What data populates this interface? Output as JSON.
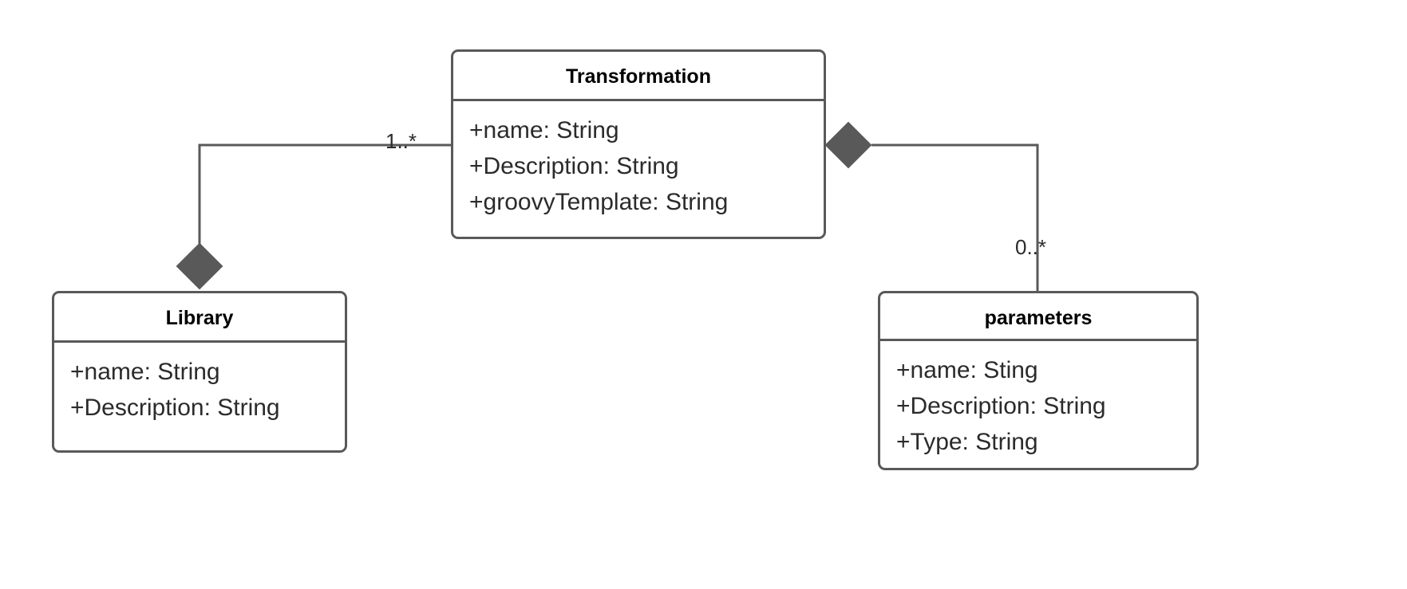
{
  "diagram": {
    "type": "uml-class-diagram",
    "background_color": "#ffffff",
    "line_color": "#595959",
    "text_color": "#2b2b2b",
    "header_text_color": "#000000",
    "diamond_fill": "#595959"
  },
  "classes": {
    "transformation": {
      "name": "Transformation",
      "attributes": [
        "+name: String",
        "+Description: String",
        "+groovyTemplate: String"
      ]
    },
    "library": {
      "name": "Library",
      "attributes": [
        "+name: String",
        "+Description: String"
      ]
    },
    "parameters": {
      "name": "parameters",
      "attributes": [
        "+name: Sting",
        "+Description: String",
        "+Type: String"
      ]
    }
  },
  "relationships": [
    {
      "id": "transformation-library",
      "kind": "composition",
      "from": "transformation",
      "to": "library",
      "diamond_at": "library",
      "multiplicity": "1..*"
    },
    {
      "id": "transformation-parameters",
      "kind": "composition",
      "from": "transformation",
      "to": "parameters",
      "diamond_at": "transformation",
      "multiplicity": "0..*"
    }
  ]
}
